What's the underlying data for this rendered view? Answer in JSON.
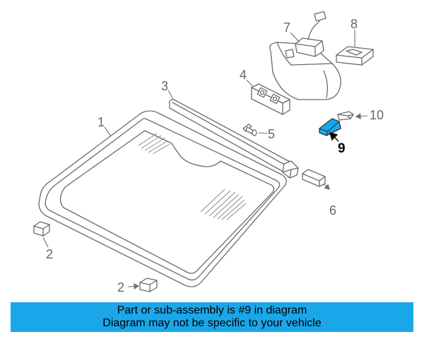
{
  "diagram": {
    "callouts": [
      {
        "label": "1"
      },
      {
        "label": "2"
      },
      {
        "label": "2"
      },
      {
        "label": "3"
      },
      {
        "label": "4"
      },
      {
        "label": "5"
      },
      {
        "label": "6"
      },
      {
        "label": "7"
      },
      {
        "label": "8"
      },
      {
        "label": "9"
      },
      {
        "label": "10"
      }
    ],
    "highlighted_part": "9"
  },
  "banner": {
    "line1": "Part or sub-assembly is #9 in diagram",
    "line2": "Diagram may not be specific to your vehicle"
  },
  "colors": {
    "highlight": "#1aa7ea",
    "banner": "#1aa7ea",
    "line": "#6a6a6a"
  }
}
